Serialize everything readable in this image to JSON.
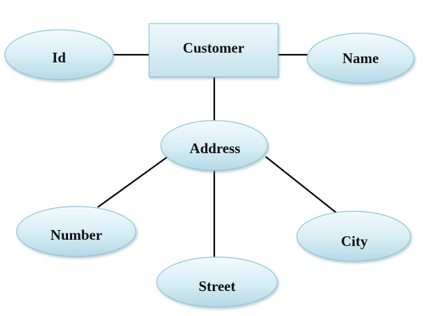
{
  "diagram": {
    "type": "entity-relationship",
    "entity": {
      "label": "Customer"
    },
    "attributes": {
      "id": {
        "label": "Id"
      },
      "name": {
        "label": "Name"
      },
      "address": {
        "label": "Address",
        "composite": true
      },
      "number": {
        "label": "Number"
      },
      "street": {
        "label": "Street"
      },
      "city": {
        "label": "City"
      }
    },
    "relationships": [
      [
        "Customer",
        "Id"
      ],
      [
        "Customer",
        "Name"
      ],
      [
        "Customer",
        "Address"
      ],
      [
        "Address",
        "Number"
      ],
      [
        "Address",
        "Street"
      ],
      [
        "Address",
        "City"
      ]
    ],
    "colors": {
      "fill_top": "#eef8fb",
      "fill_bottom": "#bfe0ea",
      "stroke": "#8fc4d6",
      "text": "#111111",
      "line": "#000000"
    }
  }
}
